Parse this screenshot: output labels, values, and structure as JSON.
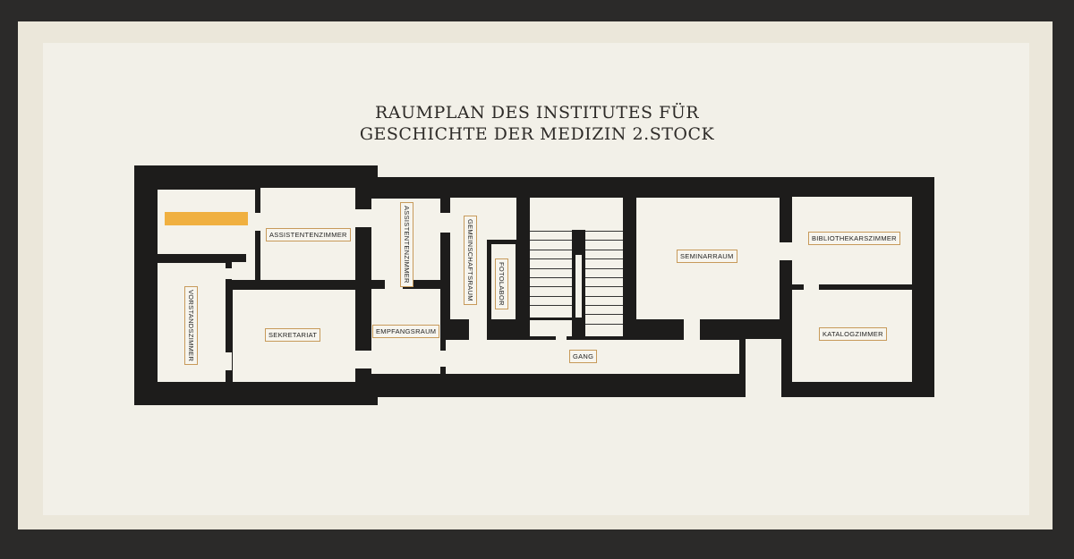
{
  "title": {
    "line1": "RAUMPLAN DES INSTITUTES FÜR",
    "line2": "GESCHICHTE DER MEDIZIN 2.STOCK"
  },
  "rooms": {
    "assistentenzimmer_1": "ASSISTENTENZIMMER",
    "assistentenzimmer_2": "ASSISTENTENZIMMER",
    "vorstandszimmer": "VORSTANDSZIMMER",
    "sekretariat": "SEKRETARIAT",
    "empfangsraum": "EMPFANGSRAUM",
    "gemeinschaftsraum": "GEMEINSCHAFTSRAUM",
    "fotolabor": "FOTOLABOR",
    "seminarraum": "SEMINARRAUM",
    "bibliothekarszimmer": "BIBLIOTHEKARSZIMMER",
    "katalogzimmer": "KATALOGZIMMER",
    "gang": "GANG"
  },
  "colors": {
    "wall": "#1d1c1b",
    "paper": "#f2f0e8",
    "highlight": "#f0b040"
  }
}
